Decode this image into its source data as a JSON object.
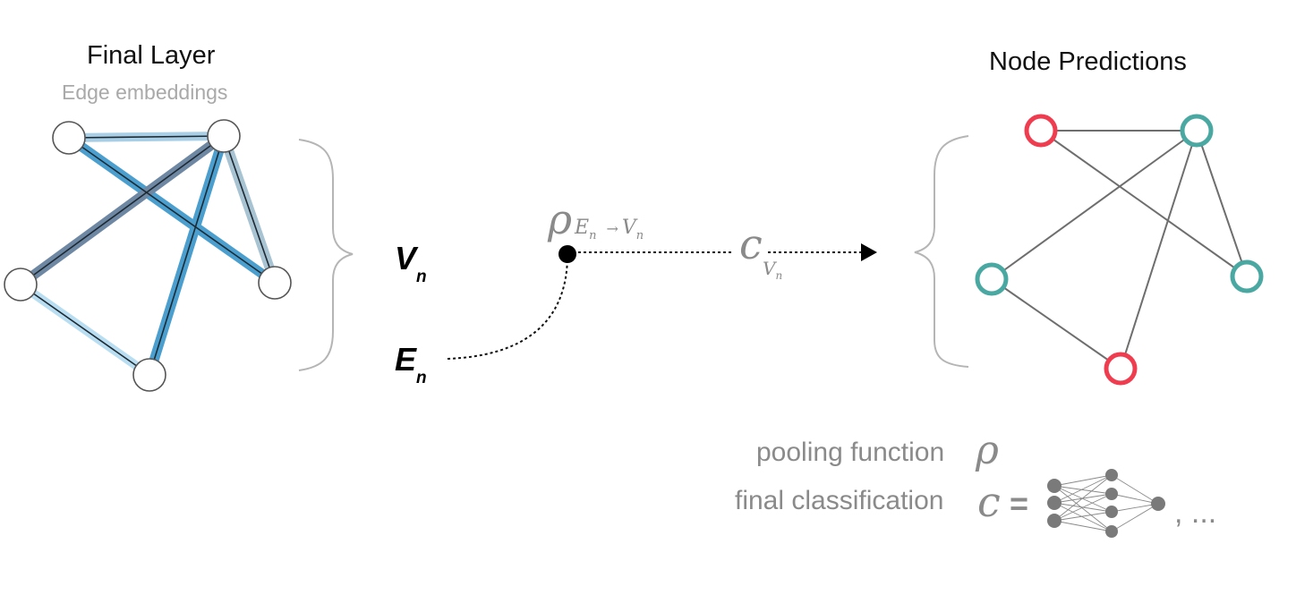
{
  "left_panel": {
    "title": "Final Layer",
    "subtitle": "Edge embeddings"
  },
  "right_panel": {
    "title": "Node Predictions"
  },
  "symbols": {
    "v_main": "V",
    "v_sub": "n",
    "e_main": "E",
    "e_sub": "n",
    "rho": "ρ",
    "rho_sub_e": "E",
    "rho_sub_e_n": "n",
    "rho_arrow": "→",
    "rho_sub_v": "V",
    "rho_sub_v_n": "n",
    "c": "c",
    "c_sub": "V",
    "c_sub_n": "n"
  },
  "legend": {
    "pooling_label": "pooling function",
    "pooling_symbol": "ρ",
    "classification_label": "final classification",
    "classification_symbol": "c",
    "equals": "=",
    "tail": ", ..."
  },
  "colors": {
    "node_red": "#ef3d4f",
    "node_teal": "#4aa8a2",
    "edge_gray": "#6e6e6e",
    "brace_gray": "#b5b5b5",
    "text_gray": "#8a8a8a",
    "edge_blue_strong": "#4a9fcf",
    "edge_blue_mid": "#6fb0d6",
    "edge_blue_light": "#b9def2",
    "edge_slate": "#6e88a3",
    "edge_grayblue": "#a8c3d2"
  }
}
